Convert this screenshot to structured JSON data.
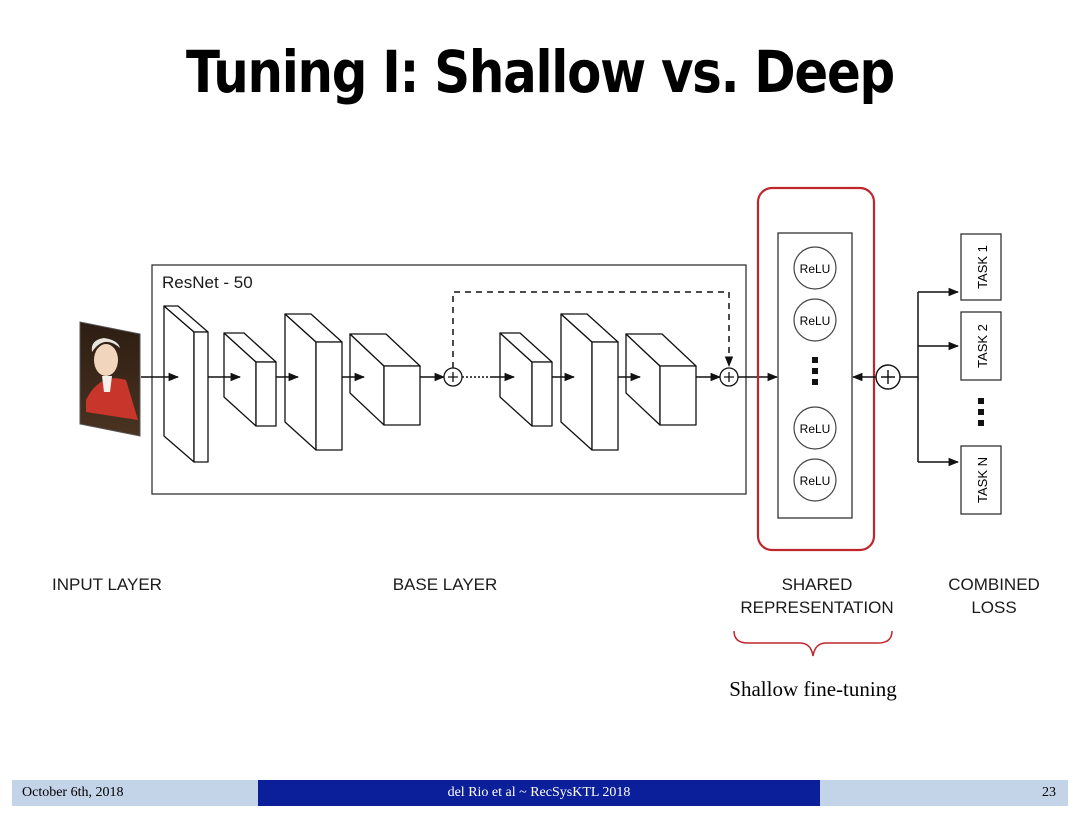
{
  "slide": {
    "title": "Tuning I: Shallow vs. Deep"
  },
  "diagram": {
    "base_box_label": "ResNet - 50",
    "relu_label": "ReLU",
    "tasks": [
      "TASK 1",
      "TASK 2",
      "TASK N"
    ],
    "sections": {
      "input": "INPUT LAYER",
      "base": "BASE LAYER",
      "shared_line1": "SHARED",
      "shared_line2": "REPRESENTATION",
      "loss_line1": "COMBINED",
      "loss_line2": "LOSS"
    },
    "caption": "Shallow fine-tuning",
    "highlight_color": "#c0272d"
  },
  "footer": {
    "date": "October 6th, 2018",
    "center": "del Rio et al ~ RecSysKTL 2018",
    "page_number": "23"
  }
}
